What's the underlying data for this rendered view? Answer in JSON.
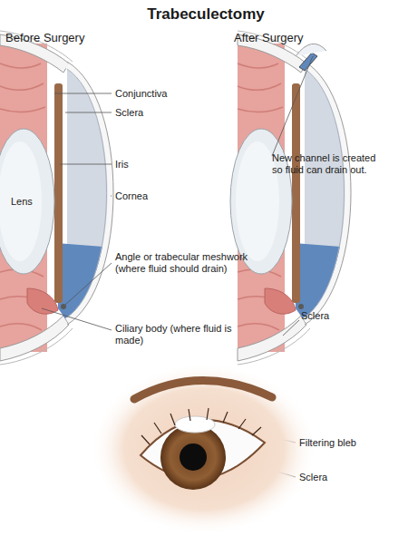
{
  "diagram": {
    "title": "Trabeculectomy",
    "labels": [
      "Before Surgery",
      "After Surgery",
      "Conjunctiva",
      "Sclera",
      "Lens",
      "Iris",
      "Cornea",
      "Angle or trabecular meshwork (where fluid should drain)",
      "Ciliary body (where fluid is made)",
      "New channel is created so fluid can drain out.",
      "Sclera",
      "Filtering bleb",
      "Sclera"
    ]
  }
}
